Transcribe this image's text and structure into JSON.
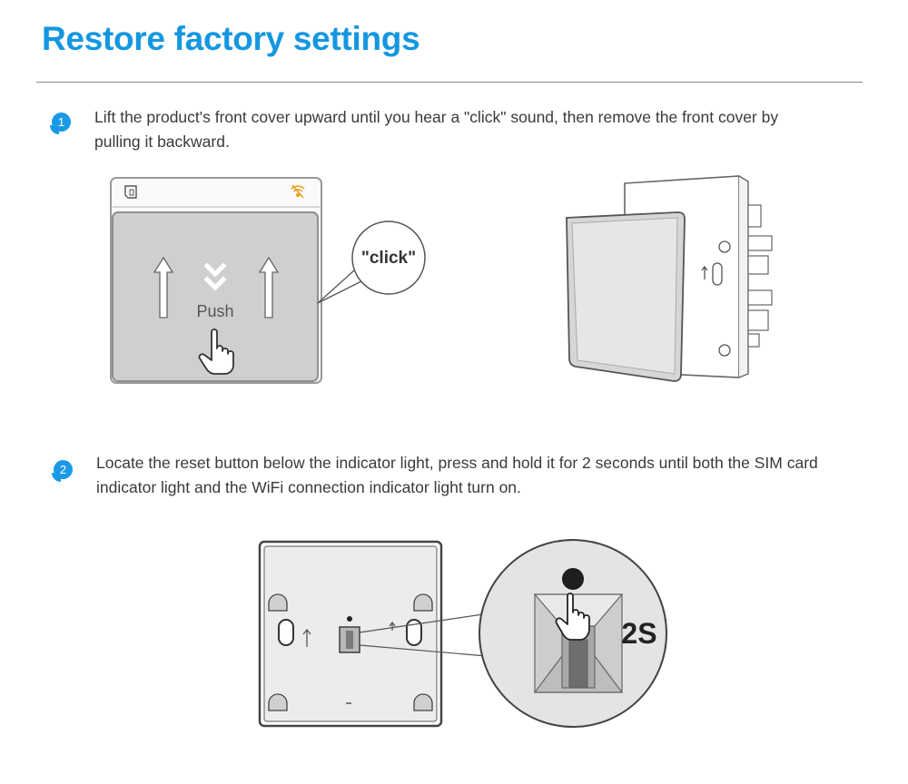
{
  "title": "Restore factory settings",
  "steps": [
    {
      "number": "1",
      "text": "Lift the product's front cover upward until you hear a \"click\" sound, then remove the front cover by pulling it backward.",
      "illustration": {
        "push_label": "Push",
        "click_label": "\"click\""
      }
    },
    {
      "number": "2",
      "text": "Locate the reset button below the indicator light, press and hold it for 2 seconds until both the SIM card indicator light and the WiFi connection indicator light turn on.",
      "illustration": {
        "hold_label": "2S"
      }
    }
  ],
  "icons": [
    "sim-card-icon",
    "wifi-icon",
    "arrow-up-icon",
    "double-chevron-down-icon",
    "pointing-hand-icon"
  ],
  "colors": {
    "accent": "#1497e0",
    "wifi_icon": "#f0a020"
  }
}
